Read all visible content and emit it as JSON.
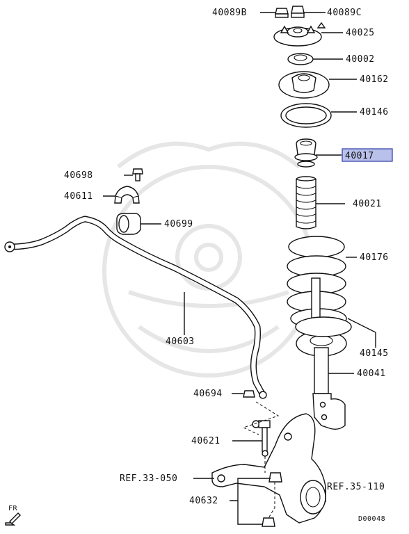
{
  "parts": {
    "p40089B": "40089B",
    "p40089C": "40089C",
    "p40025": "40025",
    "p40002": "40002",
    "p40162": "40162",
    "p40146": "40146",
    "p40017": "40017",
    "p40021": "40021",
    "p40176": "40176",
    "p40145": "40145",
    "p40041": "40041",
    "p40698": "40698",
    "p40611": "40611",
    "p40699": "40699",
    "p40603": "40603",
    "p40694": "40694",
    "p40621": "40621",
    "p40632": "40632"
  },
  "refs": {
    "ref_33_050": "REF.33-050",
    "ref_35_110": "REF.35-110"
  },
  "front_marker": "FR",
  "diagram_code": "D00048",
  "selected_part": "40017",
  "colors": {
    "highlight_fill": "#b9c0ea",
    "highlight_border": "#2b3aa6",
    "line": "#111111"
  }
}
